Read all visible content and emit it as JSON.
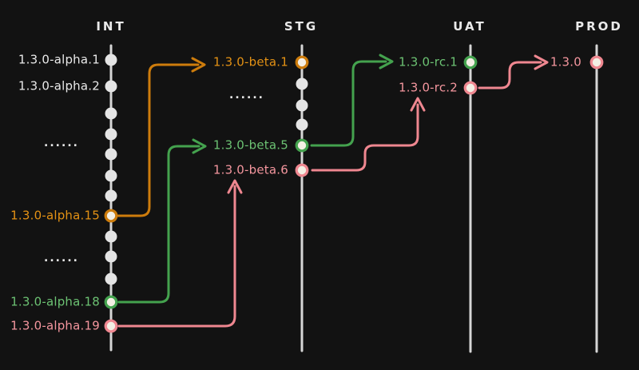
{
  "colors": {
    "background": "#121212",
    "branch-line": "#d6d6d6",
    "text": "#e9e9e9",
    "orange": "#e39114",
    "orange-deep": "#cd7c0c",
    "green": "#6cc273",
    "green-deep": "#44a24e",
    "pink": "#f4969e",
    "pink-deep": "#ef8790",
    "dot-fill": "#e4e4e4",
    "ring-fill": "#f4efe4"
  },
  "branches": [
    {
      "name": "INT",
      "tags": [
        "1.3.0-alpha.1",
        "1.3.0-alpha.2",
        "1.3.0-alpha.15",
        "1.3.0-alpha.18",
        "1.3.0-alpha.19"
      ],
      "ellipsis": [
        "......",
        "......"
      ]
    },
    {
      "name": "STG",
      "tags": [
        "1.3.0-beta.1",
        "1.3.0-beta.5",
        "1.3.0-beta.6"
      ],
      "ellipsis": [
        "......"
      ]
    },
    {
      "name": "UAT",
      "tags": [
        "1.3.0-rc.1",
        "1.3.0-rc.2"
      ]
    },
    {
      "name": "PROD",
      "tags": [
        "1.3.0"
      ]
    }
  ],
  "promotions": [
    {
      "from": "1.3.0-alpha.15",
      "to": "1.3.0-beta.1",
      "color": "orange"
    },
    {
      "from": "1.3.0-alpha.18",
      "to": "1.3.0-beta.5",
      "color": "green"
    },
    {
      "from": "1.3.0-alpha.19",
      "to": "1.3.0-beta.6",
      "color": "pink"
    },
    {
      "from": "1.3.0-beta.5",
      "to": "1.3.0-rc.1",
      "color": "green"
    },
    {
      "from": "1.3.0-beta.6",
      "to": "1.3.0-rc.2",
      "color": "pink"
    },
    {
      "from": "1.3.0-rc.2",
      "to": "1.3.0",
      "color": "pink"
    }
  ]
}
